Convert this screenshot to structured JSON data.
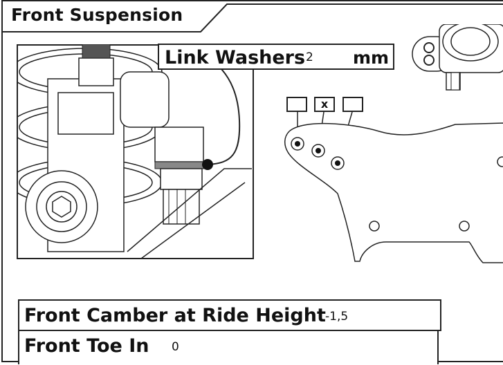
{
  "section": {
    "title": "Front Suspension"
  },
  "link_washers": {
    "label": "Link Washers",
    "value": "2",
    "unit": "mm"
  },
  "mounting_positions": {
    "selected_mark": "x",
    "options": [
      {
        "mark": "",
        "selected": false
      },
      {
        "mark": "x",
        "selected": true
      },
      {
        "mark": "",
        "selected": false
      }
    ]
  },
  "front_camber": {
    "label": "Front Camber at Ride Height",
    "value": "-1,5"
  },
  "front_toe": {
    "label": "Front Toe In",
    "value": "0"
  },
  "colors": {
    "line": "#222222",
    "washer_highlight": "#888888",
    "background": "#ffffff"
  }
}
